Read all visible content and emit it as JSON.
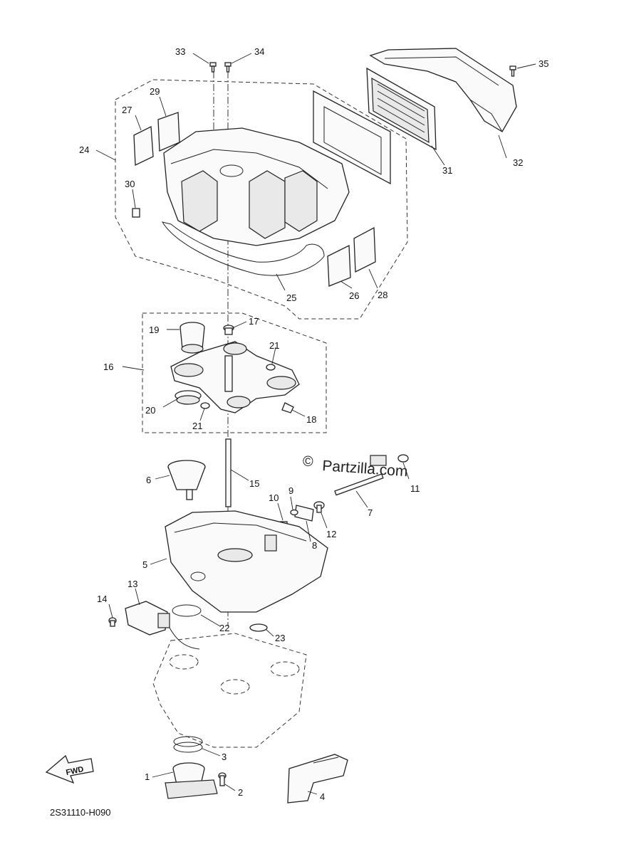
{
  "diagram": {
    "drawing_code": "2S31110-H090",
    "watermark": "Partzilla.com",
    "watermark_symbol": "©",
    "forward_arrow_label": "FWD",
    "callouts": [
      "1",
      "2",
      "3",
      "4",
      "5",
      "6",
      "7",
      "8",
      "9",
      "10",
      "11",
      "12",
      "13",
      "14",
      "15",
      "16",
      "17",
      "18",
      "19",
      "20",
      "21",
      "21",
      "22",
      "23",
      "24",
      "25",
      "26",
      "27",
      "28",
      "29",
      "30",
      "31",
      "32",
      "33",
      "34",
      "35"
    ]
  }
}
